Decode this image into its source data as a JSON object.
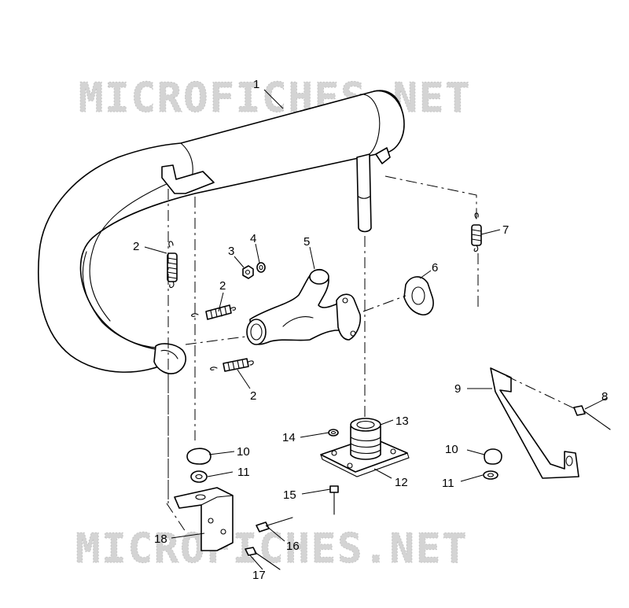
{
  "watermark": {
    "text": "MICROFICHES.NET",
    "color": "#d4d4d4"
  },
  "callouts": [
    {
      "id": "c1a",
      "label": "1"
    },
    {
      "id": "c2a",
      "label": "2"
    },
    {
      "id": "c2b",
      "label": "2"
    },
    {
      "id": "c2c",
      "label": "2"
    },
    {
      "id": "c3",
      "label": "3"
    },
    {
      "id": "c4",
      "label": "4"
    },
    {
      "id": "c5",
      "label": "5"
    },
    {
      "id": "c6",
      "label": "6"
    },
    {
      "id": "c7",
      "label": "7"
    },
    {
      "id": "c8",
      "label": "8"
    },
    {
      "id": "c9",
      "label": "9"
    },
    {
      "id": "c10a",
      "label": "10"
    },
    {
      "id": "c10b",
      "label": "10"
    },
    {
      "id": "c11a",
      "label": "11"
    },
    {
      "id": "c11b",
      "label": "11"
    },
    {
      "id": "c12",
      "label": "12"
    },
    {
      "id": "c13",
      "label": "13"
    },
    {
      "id": "c14",
      "label": "14"
    },
    {
      "id": "c15",
      "label": "15"
    },
    {
      "id": "c16",
      "label": "16"
    },
    {
      "id": "c17",
      "label": "17"
    },
    {
      "id": "c18",
      "label": "18"
    }
  ]
}
